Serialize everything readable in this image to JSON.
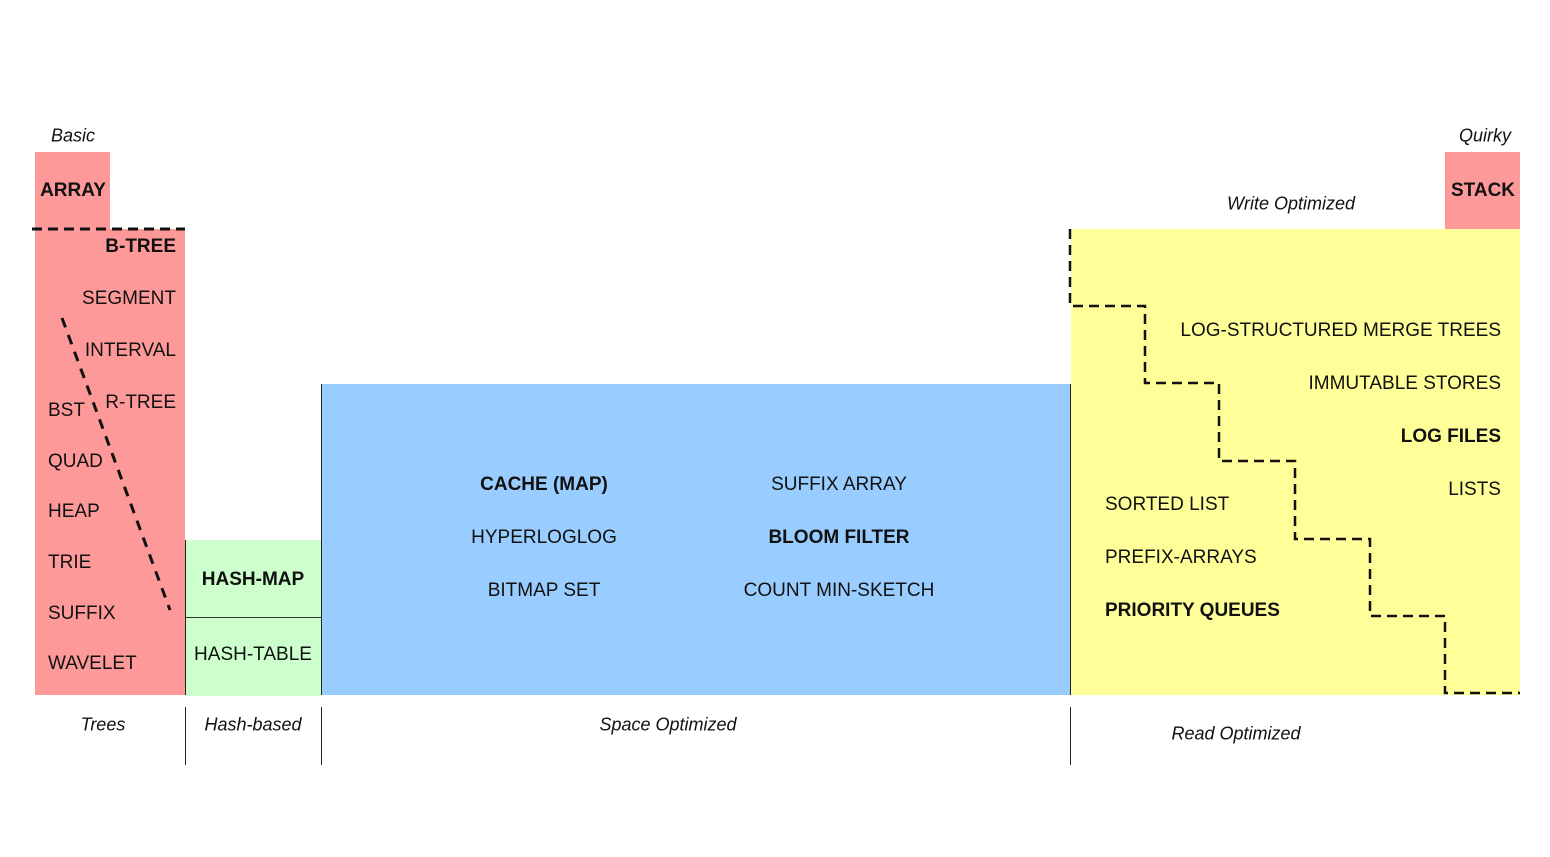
{
  "colors": {
    "basic": "#fe9999",
    "hash": "#ccffcc",
    "space": "#99ccff",
    "read_write": "#ffff99"
  },
  "captions": {
    "basic": "Basic",
    "quirky": "Quirky",
    "write_optimized": "Write Optimized",
    "trees": "Trees",
    "hash_based": "Hash-based",
    "space_optimized": "Space Optimized",
    "read_optimized": "Read Optimized"
  },
  "basic": {
    "array": "ARRAY"
  },
  "quirky": {
    "stack": "STACK"
  },
  "trees": {
    "right": [
      "B-TREE",
      "SEGMENT",
      "INTERVAL",
      "R-TREE"
    ],
    "left": [
      "BST",
      "QUAD",
      "HEAP",
      "TRIE",
      "SUFFIX",
      "WAVELET"
    ]
  },
  "hash": {
    "map": "HASH-MAP",
    "table": "HASH-TABLE"
  },
  "space": {
    "col1": [
      "CACHE (MAP)",
      "HYPERLOGLOG",
      "BITMAP SET"
    ],
    "col2": [
      "SUFFIX ARRAY",
      "BLOOM FILTER",
      "COUNT MIN-SKETCH"
    ]
  },
  "write": [
    "LOG-STRUCTURED MERGE TREES",
    "IMMUTABLE STORES",
    "LOG FILES",
    "LISTS"
  ],
  "read": [
    "SORTED LIST",
    "PREFIX-ARRAYS",
    "PRIORITY QUEUES"
  ]
}
